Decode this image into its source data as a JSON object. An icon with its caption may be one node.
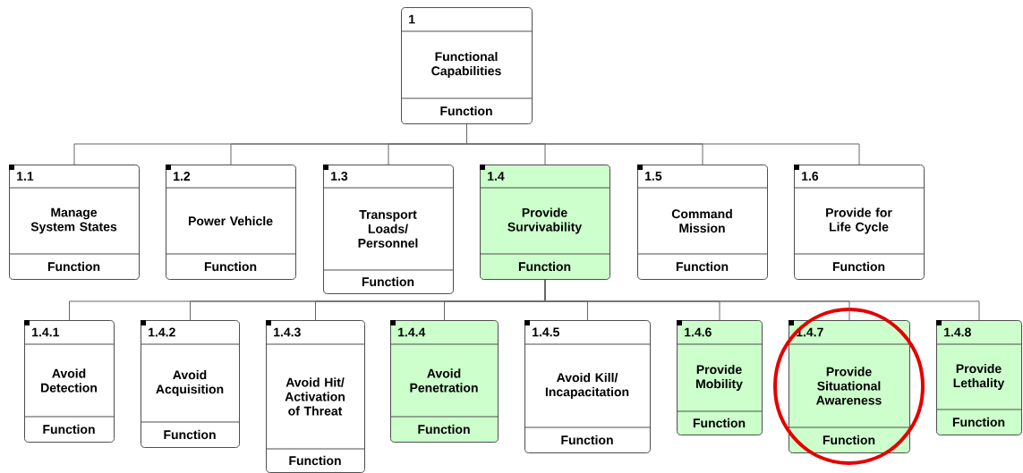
{
  "diagram": {
    "nodes": [
      {
        "text": [
          "1",
          "Functional Capabilities",
          "Function"
        ]
      },
      {
        "text": [
          "1.1",
          "Manage System States",
          "Function"
        ]
      },
      {
        "text": [
          "1.2",
          "Power Vehicle",
          "Function"
        ]
      },
      {
        "text": [
          "1.3",
          "Transport Loads/ Personnel",
          "Function"
        ]
      },
      {
        "text": [
          "1.4",
          "Provide Survivability",
          "Function"
        ]
      },
      {
        "text": [
          "1.5",
          "Command Mission",
          "Function"
        ]
      },
      {
        "text": [
          "1.6",
          "Provide for Life Cycle",
          "Function"
        ]
      },
      {
        "text": [
          "1.4.1",
          "Avoid Detection",
          "Function"
        ]
      },
      {
        "text": [
          "1.4.2",
          "Avoid Acquisition",
          "Function"
        ]
      },
      {
        "text": [
          "1.4.3",
          "Avoid Hit/ Activation of Threat",
          "Function"
        ]
      },
      {
        "text": [
          "1.4.4",
          "Avoid Penetration",
          "Function"
        ]
      },
      {
        "text": [
          "1.4.5",
          "Avoid Kill/ Incapacitation",
          "Function"
        ]
      },
      {
        "text": [
          "1.4.6",
          "Provide Mobility",
          "Function"
        ]
      },
      {
        "text": [
          "1.4.7",
          "Provide Situational Awareness",
          "Function"
        ]
      },
      {
        "text": [
          "1.4.8",
          "Provide Lethality",
          "Function"
        ]
      }
    ],
    "edges": [
      {
        "from": 0,
        "to": 1,
        "arrow": "none"
      },
      {
        "from": 0,
        "to": 2,
        "arrow": "none"
      },
      {
        "from": 0,
        "to": 3,
        "arrow": "none"
      },
      {
        "from": 0,
        "to": 4,
        "arrow": "none"
      },
      {
        "from": 0,
        "to": 5,
        "arrow": "none"
      },
      {
        "from": 0,
        "to": 6,
        "arrow": "none"
      },
      {
        "from": 4,
        "to": 7,
        "arrow": "none"
      },
      {
        "from": 4,
        "to": 8,
        "arrow": "none"
      },
      {
        "from": 4,
        "to": 9,
        "arrow": "none"
      },
      {
        "from": 4,
        "to": 10,
        "arrow": "none"
      },
      {
        "from": 4,
        "to": 11,
        "arrow": "none"
      },
      {
        "from": 4,
        "to": 12,
        "arrow": "none"
      },
      {
        "from": 4,
        "to": 13,
        "arrow": "none"
      },
      {
        "from": 4,
        "to": 14,
        "arrow": "none"
      }
    ]
  }
}
